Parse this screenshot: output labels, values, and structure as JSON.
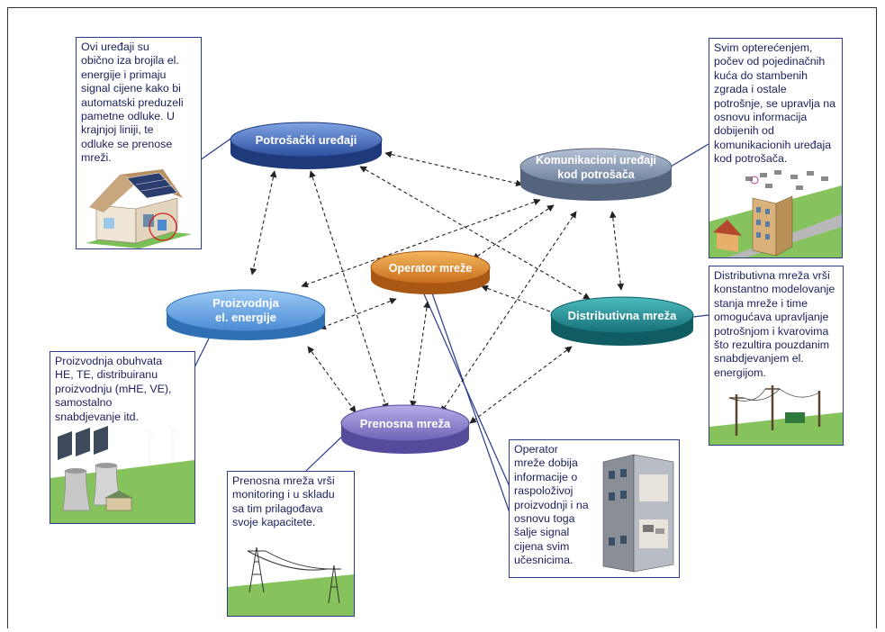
{
  "nodes": {
    "potrosacki": {
      "label": "Potrošački uređaji"
    },
    "komunikacioni": {
      "line1": "Komunikacioni uređaji",
      "line2": "kod potrošača"
    },
    "operator": {
      "label": "Operator mreže"
    },
    "proizvodnja": {
      "line1": "Proizvodnja",
      "line2": "el. energije"
    },
    "distributivna": {
      "label": "Distributivna mreža"
    },
    "prenosna": {
      "label": "Prenosna mreža"
    }
  },
  "boxes": {
    "consumer": "Ovi uređaji su\nobično iza brojila el.\nenergije i primaju\nsignal cijene kako bi\nautomatski preduzeli\npametne odluke. U\nkrajnjoj liniji, te\nodluke se prenose\nmreži.",
    "communication": "Svim opterećenjem,\npočev od pojedinačnih\nkuća do stambenih\nzgrada i ostale\npotrošnje, se upravlja na\nosnovu informacija\ndobijenih od\nkomunikacionih uređaja\nkod potrošača.",
    "distribution": "Distributivna mreža vrši\nkonstantno modelovanje\nstanja mreže i time\nomogućava upravljanje\npotrošnjom i kvarovima\nšto rezultira pouzdanim\nsnabdjevanjem el.\nenergijom.",
    "production": "Proizvodnja obuhvata\nHE, TE, distribuiranu\nproizvodnju (mHE, VE),\nsamostalno\nsnabdjevanje itd.",
    "transmission": "Prenosna mreža vrši\nmonitoring i u skladu\nsa tim prilagođava\nsvoje kapacitete.",
    "operator": "Operator\nmreže dobija\ninformacije o\nraspoloživoj\nproizvodnji i na\nosnovu toga\nšalje signal\ncijena svim\nučesnicima."
  },
  "colors": {
    "box_border": "#2b3a8c",
    "text": "#1a1f5c",
    "potrosacki": "#3f63b8",
    "komunikacioni": "#8a9bb3",
    "operator": "#e0892e",
    "proizvodnja": "#5d9fe0",
    "distributivna": "#1d8f95",
    "prenosna": "#8a7fcf"
  }
}
